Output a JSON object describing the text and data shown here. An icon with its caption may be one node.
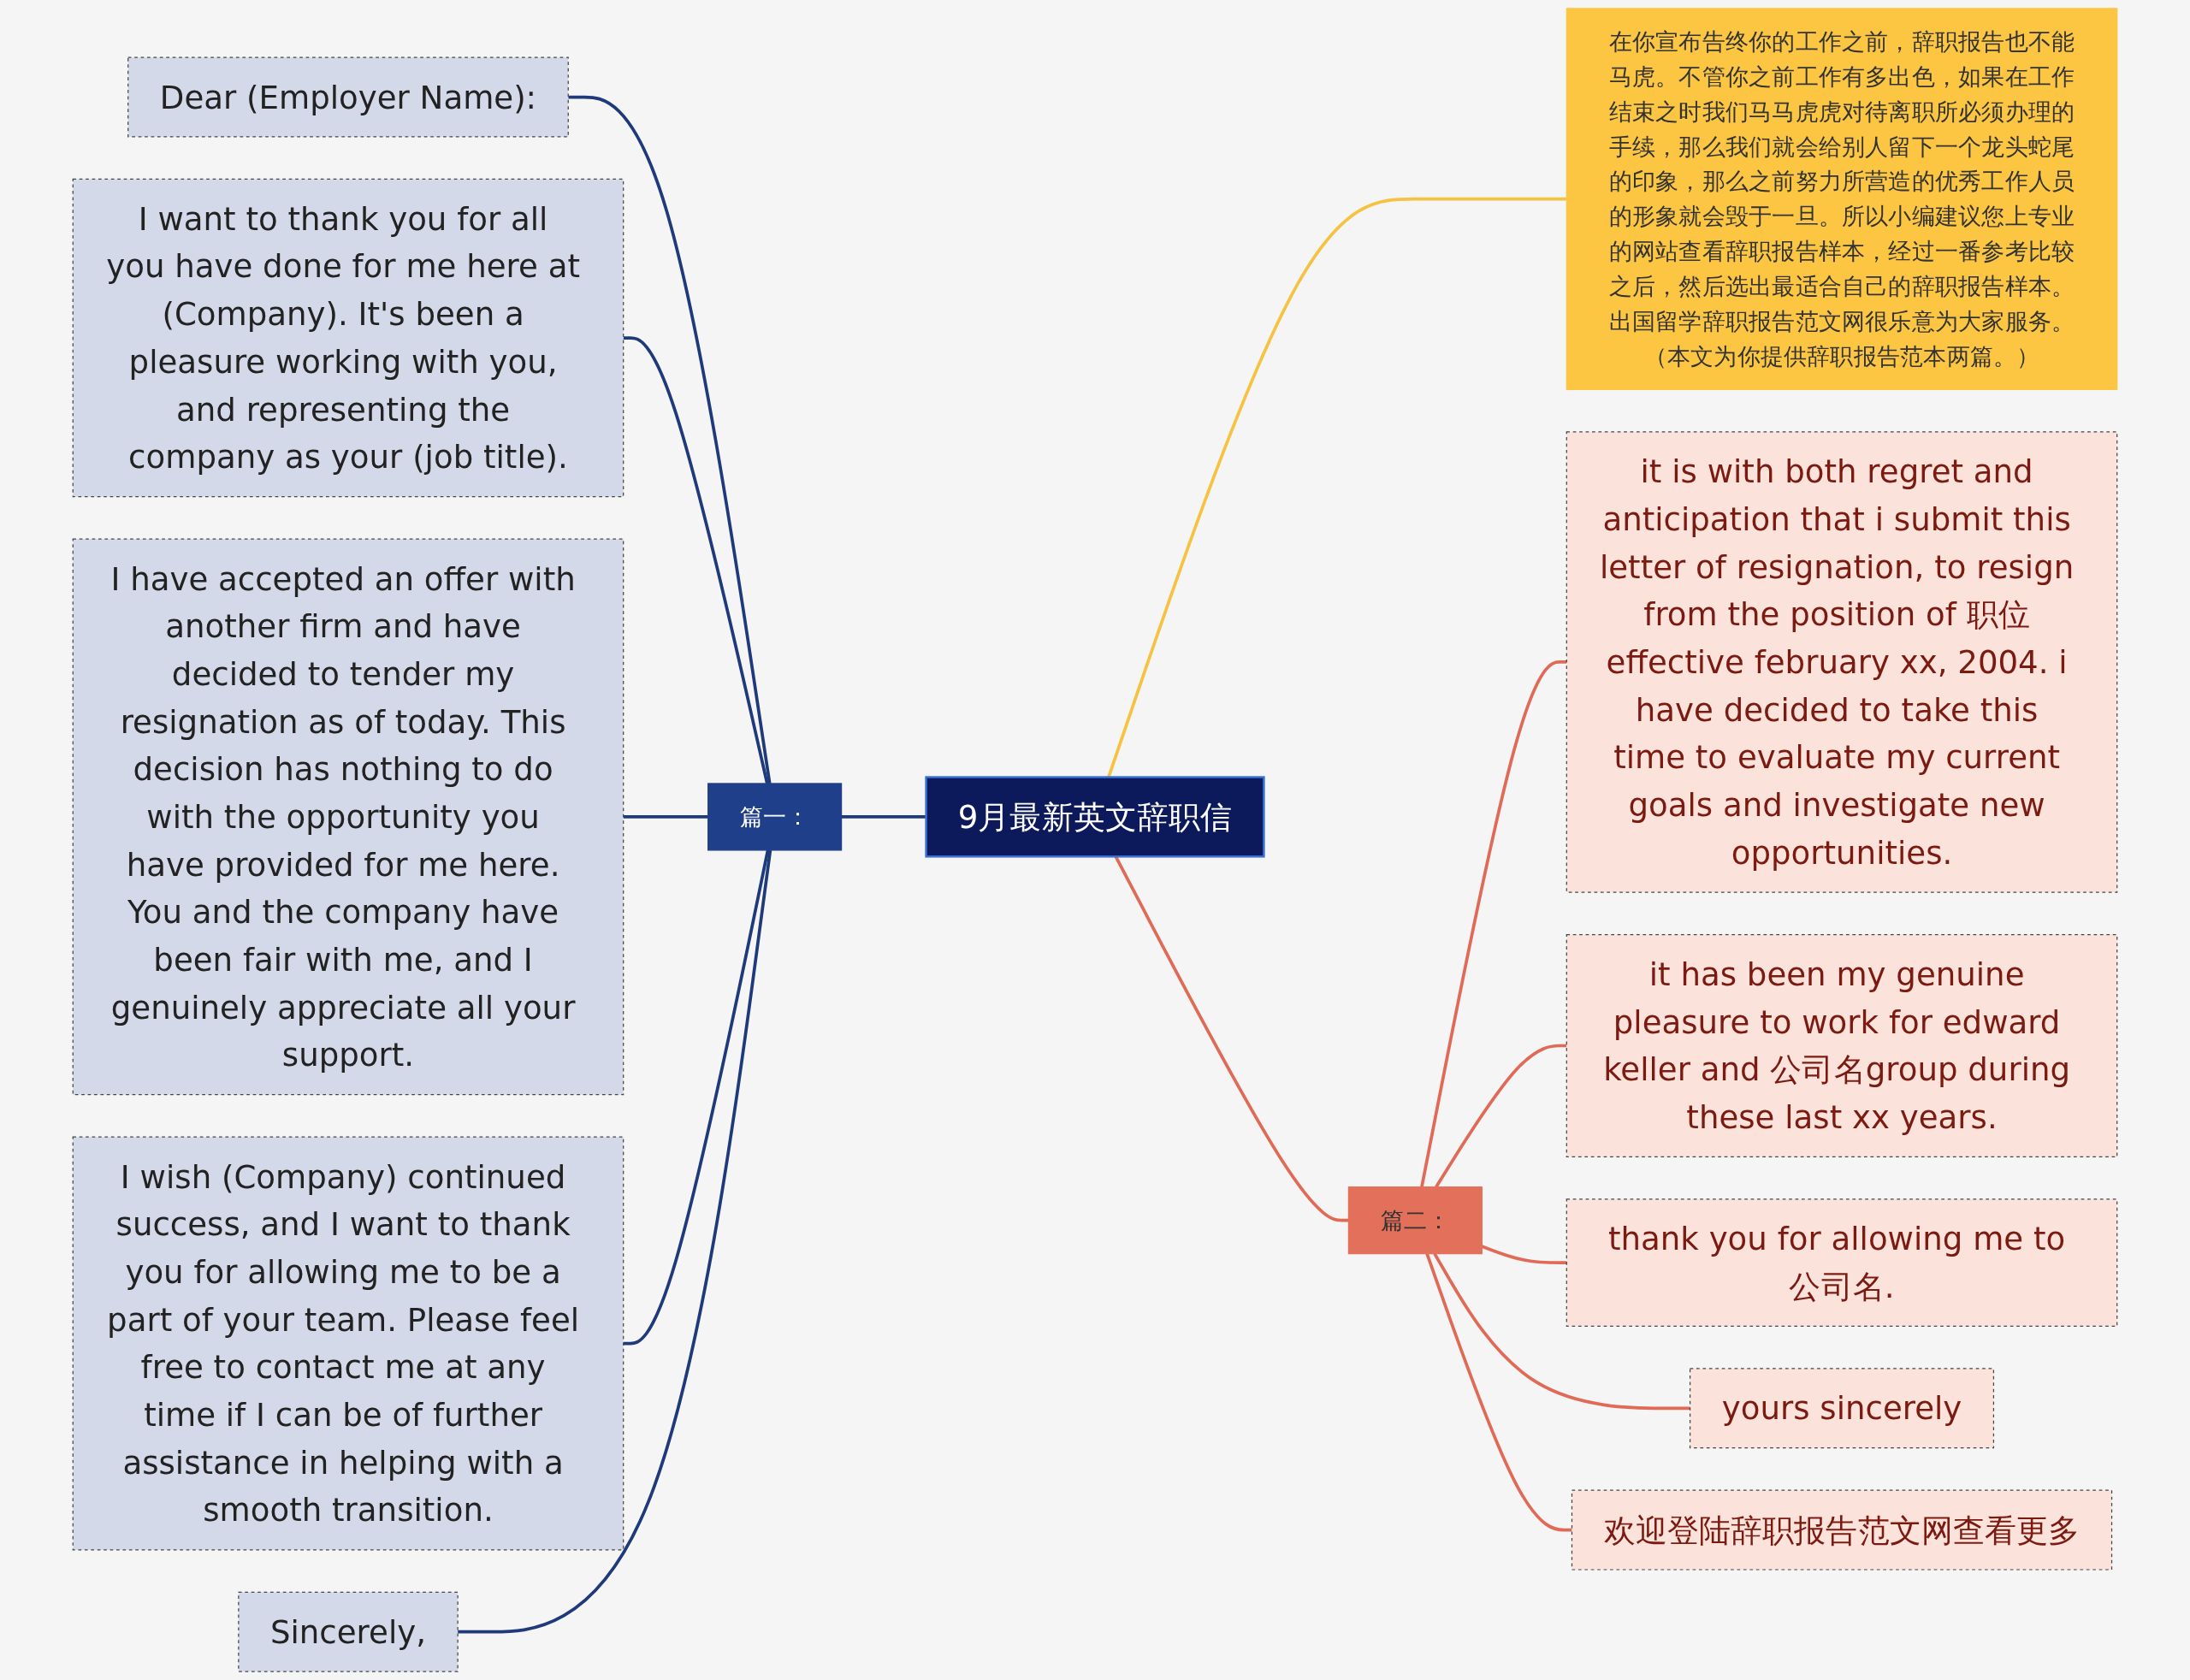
{
  "diagram": {
    "nodes": [
      {
        "text": [
          "9月最新英文辞职信"
        ]
      },
      {
        "text": [
          "篇一："
        ]
      },
      {
        "text": [
          "Dear (Employer Name):"
        ]
      },
      {
        "text": [
          "I want to thank you for all you have done for me here at (Company). It's been a pleasure working with you, and representing the company as your (job title)."
        ]
      },
      {
        "text": [
          "I have accepted an offer with another firm and have decided to tender my resignation as of today. This decision has nothing to do with the opportunity you have provided for me here. You and the company have been fair with me, and I genuinely appreciate all your support."
        ]
      },
      {
        "text": [
          "I wish (Company) continued success, and I want to thank you for allowing me to be a part of your team. Please feel free to contact me at any time if I can be of further assistance in helping with a smooth transition."
        ]
      },
      {
        "text": [
          "Sincerely,"
        ]
      },
      {
        "text": [
          "在你宣布告终你的工作之前，辞职报告也不能马虎。不管你之前工作有多出色，如果在工作结束之时我们马马虎虎对待离职所必须办理的手续，那么我们就会给别人留下一个龙头蛇尾的印象，那么之前努力所营造的优秀工作人员的形象就会毁于一旦。所以小编建议您上专业的网站查看辞职报告样本，经过一番参考比较之后，然后选出最适合自己的辞职报告样本。出国留学辞职报告范文网很乐意为大家服务。（本文为你提供辞职报告范本两篇。）"
        ]
      },
      {
        "text": [
          "篇二："
        ]
      },
      {
        "text": [
          "it is with both regret and anticipation that i submit this letter of resignation, to resign from the position of 职位 effective february xx, 2004. i have decided to take this time to evaluate my current goals and investigate new opportunities."
        ]
      },
      {
        "text": [
          "it has been my genuine pleasure to work for edward keller and 公司名group during these last xx years."
        ]
      },
      {
        "text": [
          "thank you for allowing me to 公司名."
        ]
      },
      {
        "text": [
          "yours sincerely"
        ]
      },
      {
        "text": [
          "欢迎登陆辞职报告范文网查看更多"
        ]
      }
    ],
    "edges": [
      {
        "from": 0,
        "to": 1,
        "arrow": "none",
        "color": "#1f3a7a"
      },
      {
        "from": 1,
        "to": 2,
        "arrow": "none",
        "color": "#1f3a7a"
      },
      {
        "from": 1,
        "to": 3,
        "arrow": "none",
        "color": "#1f3a7a"
      },
      {
        "from": 1,
        "to": 4,
        "arrow": "none",
        "color": "#1f3a7a"
      },
      {
        "from": 1,
        "to": 5,
        "arrow": "none",
        "color": "#1f3a7a"
      },
      {
        "from": 1,
        "to": 6,
        "arrow": "none",
        "color": "#1f3a7a"
      },
      {
        "from": 0,
        "to": 7,
        "arrow": "none",
        "color": "#f5c242"
      },
      {
        "from": 0,
        "to": 8,
        "arrow": "none",
        "color": "#e06a55"
      },
      {
        "from": 8,
        "to": 9,
        "arrow": "none",
        "color": "#e06a55"
      },
      {
        "from": 8,
        "to": 10,
        "arrow": "none",
        "color": "#e06a55"
      },
      {
        "from": 8,
        "to": 11,
        "arrow": "none",
        "color": "#e06a55"
      },
      {
        "from": 8,
        "to": 12,
        "arrow": "none",
        "color": "#e06a55"
      },
      {
        "from": 8,
        "to": 13,
        "arrow": "none",
        "color": "#e06a55"
      }
    ]
  }
}
